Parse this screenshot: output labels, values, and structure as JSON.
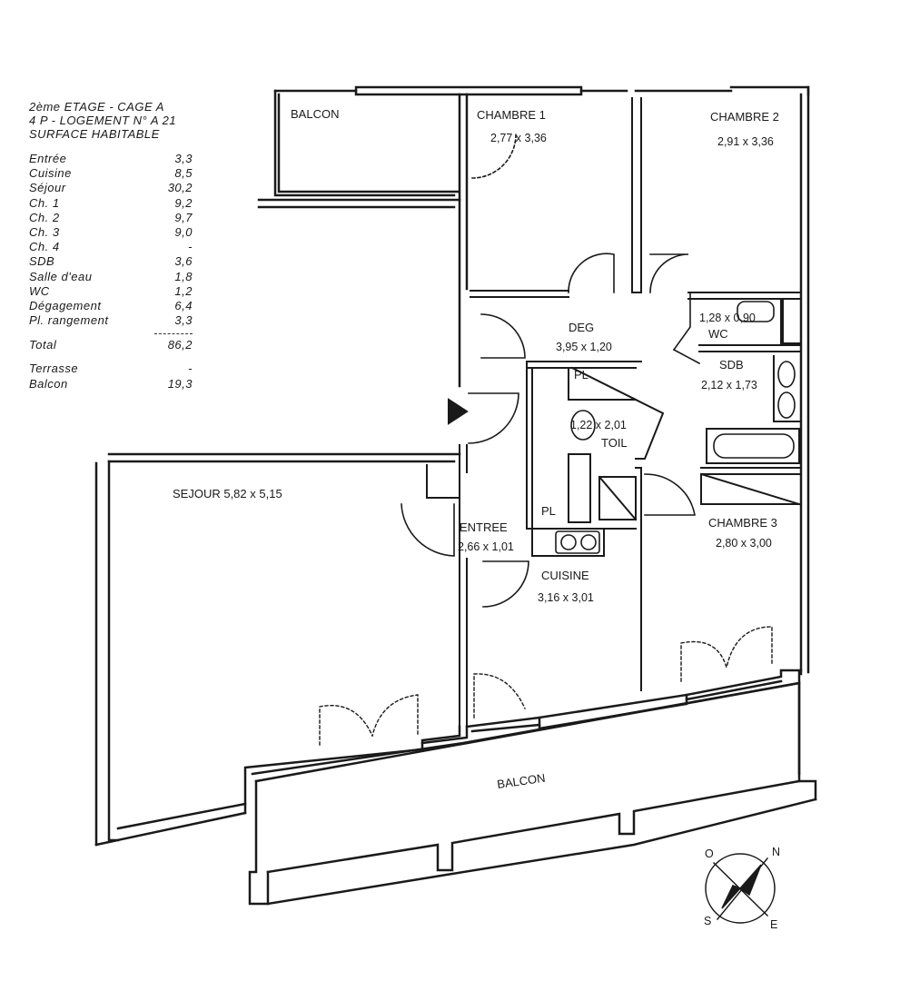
{
  "header": {
    "line1": "2ème  ETAGE  -  CAGE A",
    "line2": "4 P - LOGEMENT N° A 21",
    "line3": "SURFACE  HABITABLE"
  },
  "surfaces": [
    {
      "name": "Entrée",
      "value": "3,3"
    },
    {
      "name": "Cuisine",
      "value": "8,5"
    },
    {
      "name": "Séjour",
      "value": "30,2"
    },
    {
      "name": "Ch. 1",
      "value": "9,2"
    },
    {
      "name": "Ch. 2",
      "value": "9,7"
    },
    {
      "name": "Ch. 3",
      "value": "9,0"
    },
    {
      "name": "Ch. 4",
      "value": "-"
    },
    {
      "name": "SDB",
      "value": "3,6"
    },
    {
      "name": "Salle d'eau",
      "value": "1,8"
    },
    {
      "name": "WC",
      "value": "1,2"
    },
    {
      "name": "Dégagement",
      "value": "6,4"
    },
    {
      "name": "Pl. rangement",
      "value": "3,3"
    }
  ],
  "total": {
    "name": "Total",
    "value": "86,2"
  },
  "extras": [
    {
      "name": "Terrasse",
      "value": "-"
    },
    {
      "name": "Balcon",
      "value": "19,3"
    }
  ],
  "rooms": {
    "balcon_top": "BALCON",
    "chambre1": "CHAMBRE 1",
    "chambre1_dim": "2,77 x 3,36",
    "chambre2": "CHAMBRE 2",
    "chambre2_dim": "2,91 x 3,36",
    "deg": "DEG",
    "deg_dim": "3,95 x 1,20",
    "wc_dim": "1,28 x 0,90",
    "wc": "WC",
    "sdb": "SDB",
    "sdb_dim": "2,12 x 1,73",
    "pl": "PL",
    "toil_dim": "1,22 x 2,01",
    "toil": "TOIL",
    "sejour": "SEJOUR 5,82 x 5,15",
    "entree": "ENTREE",
    "entree_dim": "2,66 x 1,01",
    "pl2": "PL",
    "cuisine": "CUISINE",
    "cuisine_dim": "3,16 x 3,01",
    "chambre3": "CHAMBRE 3",
    "chambre3_dim": "2,80 x 3,00",
    "balcon_bottom": "BALCON"
  },
  "compass": {
    "n": "N",
    "s": "S",
    "e": "E",
    "o": "O"
  }
}
